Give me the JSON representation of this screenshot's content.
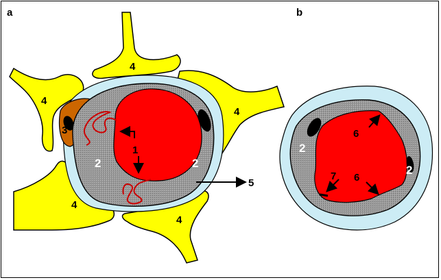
{
  "panels": {
    "a": "a",
    "b": "b"
  },
  "labels": {
    "astro_tl": "4",
    "astro_top": "4",
    "astro_right": "4",
    "astro_bl": "4",
    "astro_br": "4",
    "pericyte": "3",
    "endo_left_a": "2",
    "endo_right_a": "2",
    "arrow_1": "1",
    "arrow_5": "5",
    "endo_left_b": "2",
    "endo_right_b": "2",
    "arrow_6_top": "6",
    "arrow_6_bottom": "6",
    "arrow_7": "7"
  },
  "colors": {
    "astrocyte": "#ffff00",
    "pericyte": "#cc6600",
    "endothelium": "#999999",
    "lumen": "#ff0000",
    "basement_membrane": "#ccecf5",
    "nucleus": "#000000"
  }
}
